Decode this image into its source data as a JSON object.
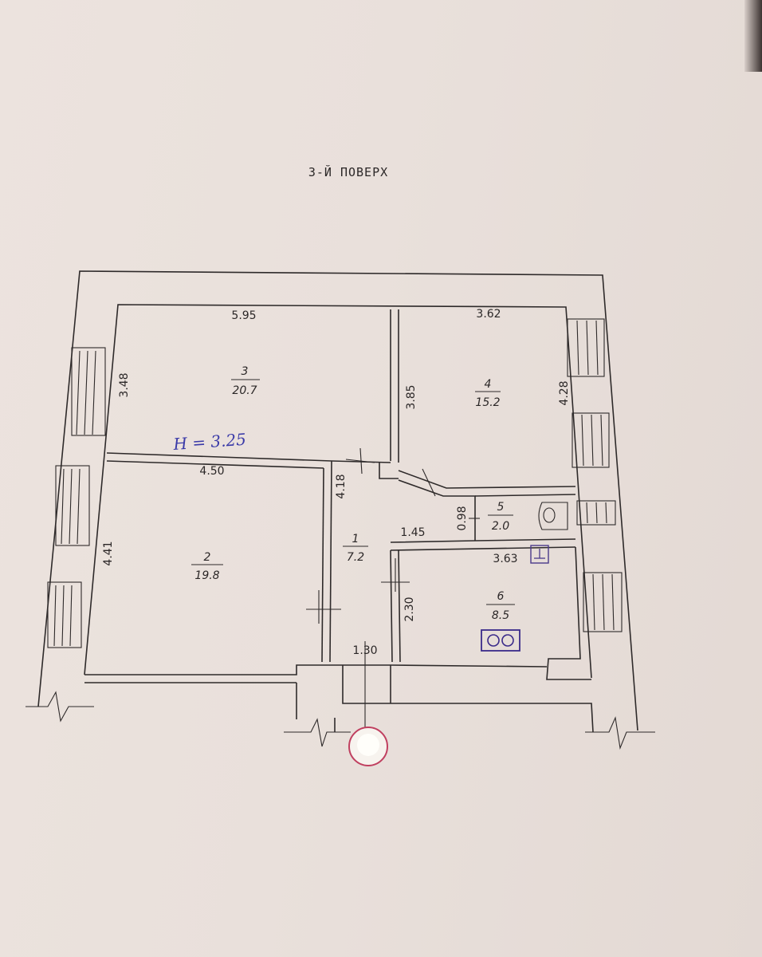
{
  "title": "3-Й ПОВЕРХ",
  "handwritten_note": "H = 3.25",
  "rooms": [
    {
      "number": "1",
      "area": "7.2"
    },
    {
      "number": "2",
      "area": "19.8"
    },
    {
      "number": "3",
      "area": "20.7"
    },
    {
      "number": "4",
      "area": "15.2"
    },
    {
      "number": "5",
      "area": "2.0"
    },
    {
      "number": "6",
      "area": "8.5"
    }
  ],
  "dimensions": {
    "room3_width": "5.95",
    "room3_depth": "3.48",
    "room4_width": "3.62",
    "room4_depth_left": "3.85",
    "room4_depth_right": "4.28",
    "room2_width": "4.50",
    "room2_depth": "4.41",
    "corridor_depth": "4.18",
    "room5_width": "1.45",
    "room5_depth": "0.98",
    "room6_width": "3.63",
    "room6_depth": "2.30",
    "entrance_width": "1.30"
  }
}
